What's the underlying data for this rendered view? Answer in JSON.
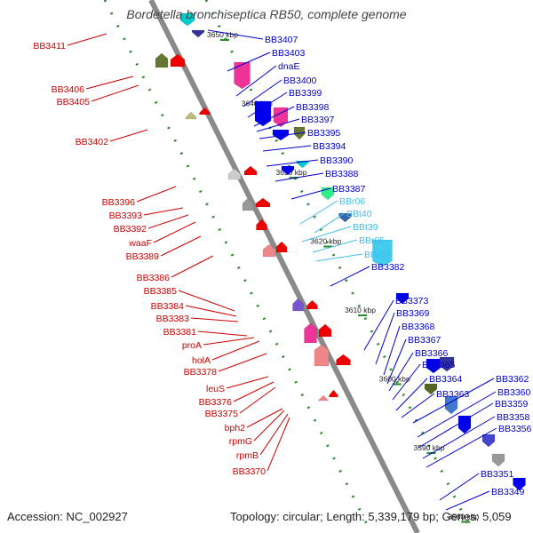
{
  "title": "Bordetella bronchiseptica RB50, complete genome",
  "footer": {
    "accession": "Accession: NC_002927",
    "topology": "Topology: circular; Length: 5,339,179 bp; Genes: 5,059"
  },
  "colors": {
    "backbone": "#8a8a8a",
    "forward_label": "#0000cc",
    "reverse_label": "#cc0000",
    "rna_label": "#44bbee",
    "tick": "#2a8a2a"
  },
  "scale_ticks": [
    {
      "kbp": 3650,
      "label": "3650 kbp"
    },
    {
      "kbp": 3640,
      "label": "3640 kbp"
    },
    {
      "kbp": 3630,
      "label": "3630 kbp"
    },
    {
      "kbp": 3620,
      "label": "3620 kbp"
    },
    {
      "kbp": 3610,
      "label": "3610 kbp"
    },
    {
      "kbp": 3600,
      "label": "3600 kbp"
    },
    {
      "kbp": 3590,
      "label": "3590 kbp"
    },
    {
      "kbp": 3580,
      "label": "3580 kbp"
    }
  ],
  "right_labels": [
    {
      "text": "BB3407",
      "kind": "gene"
    },
    {
      "text": "BB3403",
      "kind": "gene"
    },
    {
      "text": "dnaE",
      "kind": "gene"
    },
    {
      "text": "BB3400",
      "kind": "gene"
    },
    {
      "text": "BB3399",
      "kind": "gene"
    },
    {
      "text": "BB3398",
      "kind": "gene"
    },
    {
      "text": "BB3397",
      "kind": "gene"
    },
    {
      "text": "BB3395",
      "kind": "gene"
    },
    {
      "text": "BB3394",
      "kind": "gene"
    },
    {
      "text": "BB3390",
      "kind": "gene"
    },
    {
      "text": "BB3388",
      "kind": "gene"
    },
    {
      "text": "BB3387",
      "kind": "gene"
    },
    {
      "text": "BBr06",
      "kind": "rna"
    },
    {
      "text": "BBt40",
      "kind": "rna"
    },
    {
      "text": "BBt39",
      "kind": "rna"
    },
    {
      "text": "BBr05",
      "kind": "rna"
    },
    {
      "text": "BBr04",
      "kind": "rna"
    },
    {
      "text": "BB3382",
      "kind": "gene"
    },
    {
      "text": "BB3373",
      "kind": "gene"
    },
    {
      "text": "BB3369",
      "kind": "gene"
    },
    {
      "text": "BB3368",
      "kind": "gene"
    },
    {
      "text": "BB3367",
      "kind": "gene"
    },
    {
      "text": "BB3366",
      "kind": "gene"
    },
    {
      "text": "BB3365",
      "kind": "gene"
    },
    {
      "text": "BB3364",
      "kind": "gene"
    },
    {
      "text": "BB3363",
      "kind": "gene"
    },
    {
      "text": "BB3362",
      "kind": "gene"
    },
    {
      "text": "BB3360",
      "kind": "gene"
    },
    {
      "text": "BB3359",
      "kind": "gene"
    },
    {
      "text": "BB3358",
      "kind": "gene"
    },
    {
      "text": "BB3356",
      "kind": "gene"
    },
    {
      "text": "BB3351",
      "kind": "gene"
    },
    {
      "text": "BB3349",
      "kind": "gene"
    }
  ],
  "left_labels": [
    {
      "text": "BB3411"
    },
    {
      "text": "BB3406"
    },
    {
      "text": "BB3405"
    },
    {
      "text": "BB3402"
    },
    {
      "text": "BB3396"
    },
    {
      "text": "BB3393"
    },
    {
      "text": "BB3392"
    },
    {
      "text": "waaF"
    },
    {
      "text": "BB3389"
    },
    {
      "text": "BB3386"
    },
    {
      "text": "BB3385"
    },
    {
      "text": "BB3384"
    },
    {
      "text": "BB3383"
    },
    {
      "text": "BB3381"
    },
    {
      "text": "proA"
    },
    {
      "text": "holA"
    },
    {
      "text": "BB3378"
    },
    {
      "text": "leuS"
    },
    {
      "text": "BB3376"
    },
    {
      "text": "BB3375"
    },
    {
      "text": "bph2"
    },
    {
      "text": "rpmG"
    },
    {
      "text": "rpmB"
    },
    {
      "text": "BB3370"
    }
  ]
}
